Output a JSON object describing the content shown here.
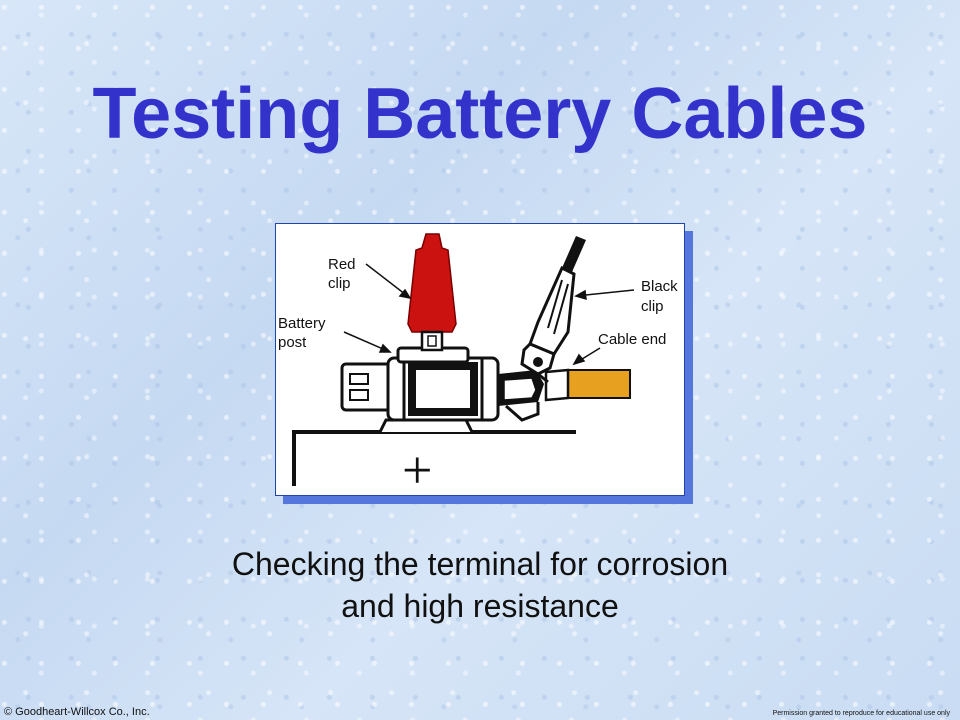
{
  "slide": {
    "title": "Testing Battery Cables",
    "caption_line1": "Checking the terminal for corrosion",
    "caption_line2": "and high resistance"
  },
  "figure": {
    "labels": {
      "red_clip_1": "Red",
      "red_clip_2": "clip",
      "battery_post_1": "Battery",
      "battery_post_2": "post",
      "black_clip_1": "Black",
      "black_clip_2": "clip",
      "cable_end": "Cable end",
      "polarity": "+"
    }
  },
  "footer": {
    "copyright": "© Goodheart-Willcox Co., Inc.",
    "permission": "Permission granted to reproduce for educational use only"
  },
  "colors": {
    "title": "#3333cc",
    "red_clip": "#cc1111",
    "cable": "#e8a020",
    "figure_border": "#2244aa"
  }
}
